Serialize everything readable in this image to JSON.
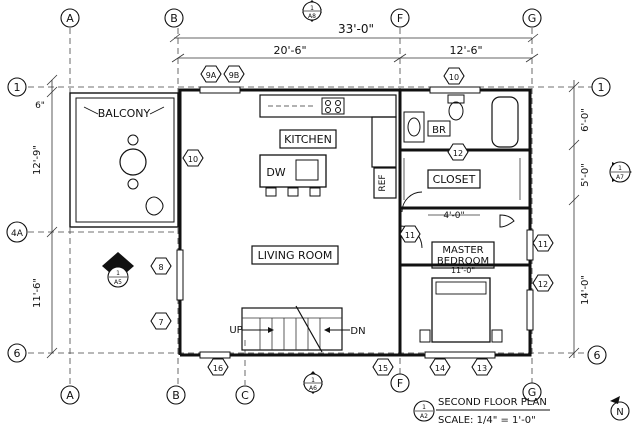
{
  "grid": {
    "columns": [
      "A",
      "B",
      "C",
      "F",
      "G"
    ],
    "rows": [
      "1",
      "4A",
      "6"
    ]
  },
  "dimensions": {
    "overall": "33'-0\"",
    "left_span": "20'-6\"",
    "right_span": "12'-6\"",
    "left_upper": "12'-9\"",
    "left_lower": "11'-6\"",
    "left_small": "6\"",
    "right_1": "6'-0\"",
    "right_2": "5'-0\"",
    "right_3": "14'-0\""
  },
  "rooms": {
    "balcony": "BALCONY",
    "kitchen": "KITCHEN",
    "living": "LIVING ROOM",
    "br": "BR",
    "closet": "CLOSET",
    "closet_dim": "4'-0\"",
    "master": "MASTER",
    "bedroom": "BEDROOM",
    "master_dim": "11'-0\"",
    "dw": "DW",
    "ref": "REF",
    "up": "UP",
    "dn": "DN"
  },
  "window_tags": [
    "9A",
    "9B",
    "10",
    "10",
    "12",
    "11",
    "8",
    "7",
    "11",
    "12",
    "16",
    "15",
    "14",
    "13"
  ],
  "section_markers": {
    "top": {
      "num": "1",
      "sheet": "A8"
    },
    "right": {
      "num": "1",
      "sheet": "A7"
    },
    "left": {
      "num": "1",
      "sheet": "A5"
    },
    "bottom": {
      "num": "1",
      "sheet": "A6"
    }
  },
  "title_block": {
    "num": "1",
    "sheet": "A2",
    "title": "SECOND FLOOR PLAN",
    "scale": "SCALE: 1/4\" = 1'-0\""
  },
  "north_label": "N"
}
